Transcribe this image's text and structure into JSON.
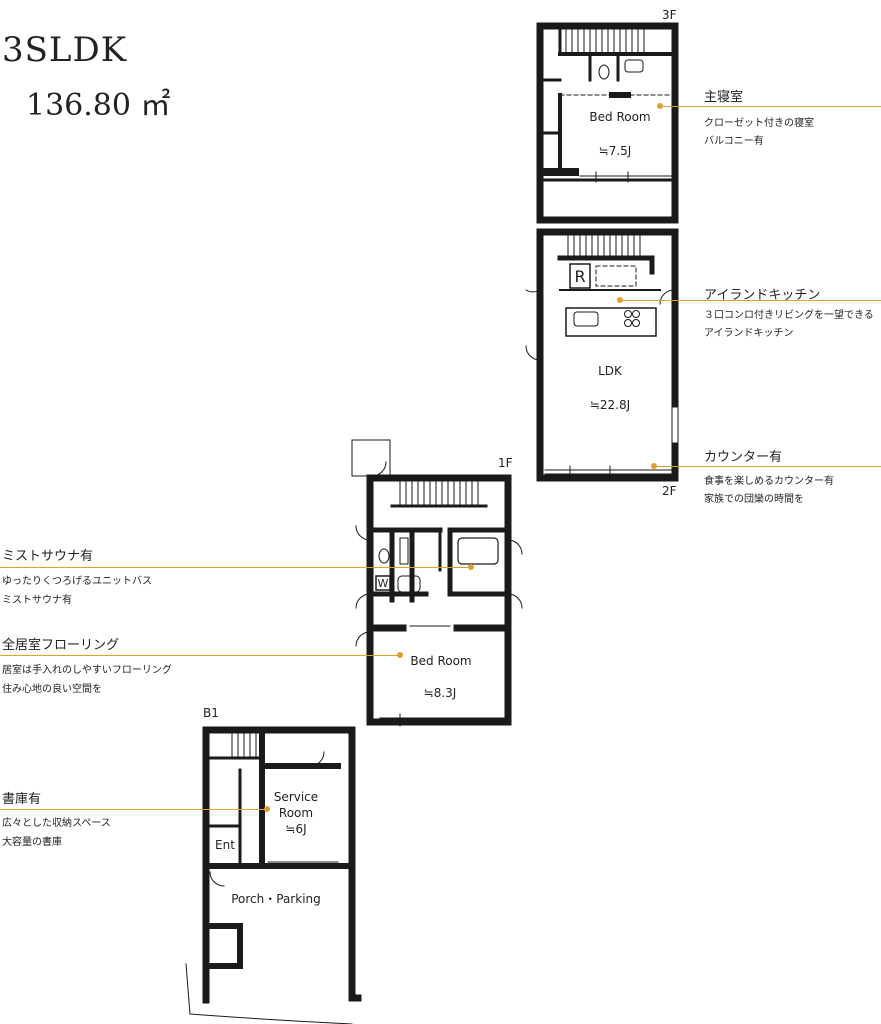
{
  "plan": {
    "type": "3SLDK",
    "area": "136.80 ㎡"
  },
  "floors": {
    "f3": "3F",
    "f2": "2F",
    "f1": "1F",
    "b1": "B1"
  },
  "rooms": {
    "bed3": "Bed Room",
    "bed3_size": "≒7.5J",
    "ldk": "LDK",
    "ldk_size": "≒22.8J",
    "fridge": "R",
    "bed1": "Bed Room",
    "bed1_size": "≒8.3J",
    "w": "W",
    "service1": "Service",
    "service2": "Room",
    "service_size": "≒6J",
    "ent": "Ent",
    "porch": "Porch・Parking"
  },
  "notes": [
    {
      "title": "主寝室",
      "lines": [
        "クローゼット付きの寝室",
        "バルコニー有"
      ]
    },
    {
      "title": "アイランドキッチン",
      "lines": [
        "３口コンロ付きリビングを一望できる",
        "アイランドキッチン"
      ]
    },
    {
      "title": "カウンター有",
      "lines": [
        "食事を楽しめるカウンター有",
        "家族での団欒の時間を"
      ]
    },
    {
      "title": "ミストサウナ有",
      "lines": [
        "ゆったりくつろげるユニットバス",
        "ミストサウナ有"
      ]
    },
    {
      "title": "全居室フローリング",
      "lines": [
        "居室は手入れのしやすいフローリング",
        "住み心地の良い空間を"
      ]
    },
    {
      "title": "書庫有",
      "lines": [
        "広々とした収納スペース",
        "大容量の書庫"
      ]
    }
  ],
  "colors": {
    "accent": "#e0a030",
    "wall": "#1a1a1a"
  }
}
